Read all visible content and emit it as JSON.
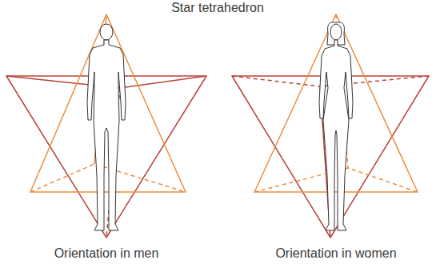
{
  "diagram": {
    "title": "Star tetrahedron",
    "labels": [
      "Orientation in men",
      "Orientation in women"
    ]
  }
}
